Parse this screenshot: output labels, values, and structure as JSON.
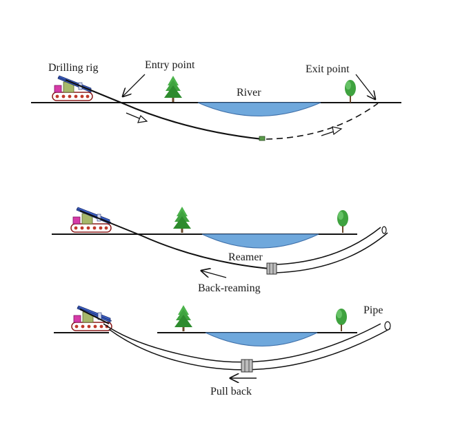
{
  "panels": {
    "pilot": {
      "drilling_rig_label": "Drilling rig",
      "entry_point_label": "Entry point",
      "exit_point_label": "Exit point",
      "river_label": "River"
    },
    "reaming": {
      "reamer_label": "Reamer",
      "back_reaming_label": "Back-reaming"
    },
    "pullback": {
      "pipe_label": "Pipe",
      "pull_back_label": "Pull back"
    }
  },
  "colors": {
    "river": "#6fa8dc",
    "river_edge": "#3d6ea8",
    "tree_dark": "#2e8b2e",
    "tree_light": "#4cb34c",
    "rig_body": "#c0392b",
    "rig_box": "#a7b86a",
    "rig_pink": "#d63aa8",
    "rig_blue": "#3b5fc4"
  }
}
